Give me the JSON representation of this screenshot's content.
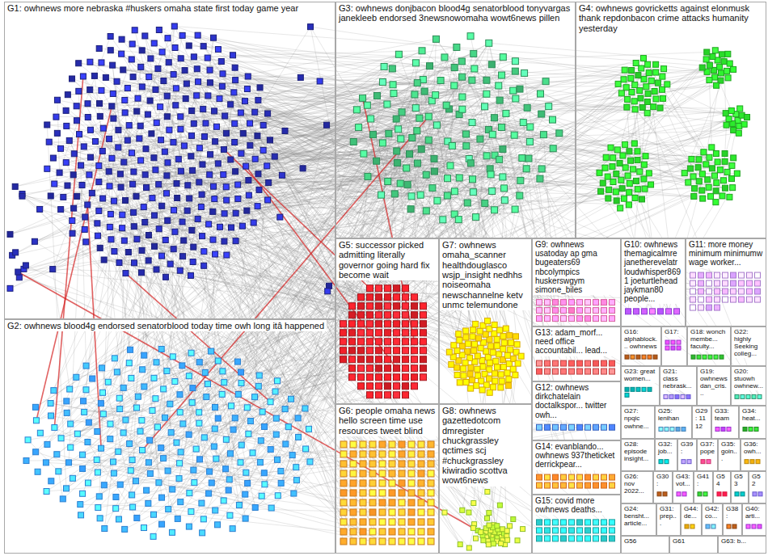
{
  "diagram": {
    "nodes": [
      {
        "text": [
          "G1: owhnews more nebraska #huskers omaha state first today game year"
        ]
      },
      {
        "text": [
          "G2: owhnews blood4g endorsed senatorblood today time owh long itâ happened"
        ]
      },
      {
        "text": [
          "G3: owhnews donjbacon blood4g senatorblood tonyvargas janekleeb endorsed 3newsnowomaha wowt6news pillen"
        ]
      },
      {
        "text": [
          "G4: owhnews govricketts against elonmusk thank repdonbacon crime attacks humanity yesterday"
        ]
      },
      {
        "text": [
          "G5: successor picked admitting literally governor going hard fix become wait"
        ]
      },
      {
        "text": [
          "G6: people omaha news hello screen time use resources tweet blind"
        ]
      },
      {
        "text": [
          "G7: owhnews omaha_scanner healthdouglasco wsjp_insight nedhhs noiseomaha newschannelne ketv unmc telemundone"
        ]
      },
      {
        "text": [
          "G8: owhnews gazettedotcom dmregister chuckgrassley qctimes scj #chuckgrassley kiwiradio scottva wowt6news"
        ]
      },
      {
        "text": [
          "G9: owhnews usatoday ap gma bugeaters69 nbcolympics huskerswgym simone_biles"
        ]
      },
      {
        "text": [
          "G10: owhnews themagicalmre janetherevelatr loudwhisper8691 joeturtlehead jaykman80 people..."
        ]
      },
      {
        "text": [
          "G11: more money minimum minimumw wage worker..."
        ]
      },
      {
        "text": [
          "G13: adam_morf... need office accountabil... lead..."
        ]
      },
      {
        "text": [
          "G12: owhnews dirkchatelain doctalkspor... twitter owh..."
        ]
      },
      {
        "text": [
          "G14: evanblando... owhnews 937theticket derrickpear..."
        ]
      },
      {
        "text": [
          "G15: covid more owhnews deaths..."
        ]
      },
      {
        "text": [
          "G16: alphablock... owhnews"
        ]
      },
      {
        "text": [
          "G17:"
        ]
      },
      {
        "text": [
          "G18: wonch membe... faculty..."
        ]
      },
      {
        "text": [
          "G22: highly Seeking colleg..."
        ]
      },
      {
        "text": [
          "G23: great women..."
        ]
      },
      {
        "text": [
          "G21: class nebrask..."
        ]
      },
      {
        "text": [
          "G19: owhnews dan_cris..."
        ]
      },
      {
        "text": [
          "G20: stuowh owhnew..."
        ]
      },
      {
        "text": [
          "G27: npqic owhne..."
        ]
      },
      {
        "text": [
          "G25: lenihan"
        ]
      },
      {
        "text": [
          "G29: 11 12"
        ]
      },
      {
        "text": [
          "G33: team"
        ]
      },
      {
        "text": [
          "G34: heat..."
        ]
      },
      {
        "text": [
          "G28: episode insight..."
        ]
      },
      {
        "text": [
          "G32: job..."
        ]
      },
      {
        "text": [
          "G39:"
        ]
      },
      {
        "text": [
          "G37: pope"
        ]
      },
      {
        "text": [
          "G35: goin..."
        ]
      },
      {
        "text": [
          "G36: owh..."
        ]
      },
      {
        "text": [
          "G26: nov 2022..."
        ]
      },
      {
        "text": [
          "G30:"
        ]
      },
      {
        "text": [
          "G43: vot..."
        ]
      },
      {
        "text": [
          "G41:"
        ]
      },
      {
        "text": [
          "G54"
        ]
      },
      {
        "text": [
          "G53"
        ]
      },
      {
        "text": [
          "G52"
        ]
      },
      {
        "text": [
          "G24: bensht... article..."
        ]
      },
      {
        "text": [
          "G31: prep..."
        ]
      },
      {
        "text": [
          "G44: de..."
        ]
      },
      {
        "text": [
          "G42: co..."
        ]
      },
      {
        "text": [
          "G38:"
        ]
      },
      {
        "text": [
          "G40: arti..."
        ]
      },
      {
        "text": [
          "G56"
        ]
      },
      {
        "text": [
          "G61"
        ]
      },
      {
        "text": [
          "G63: b..."
        ]
      }
    ]
  }
}
